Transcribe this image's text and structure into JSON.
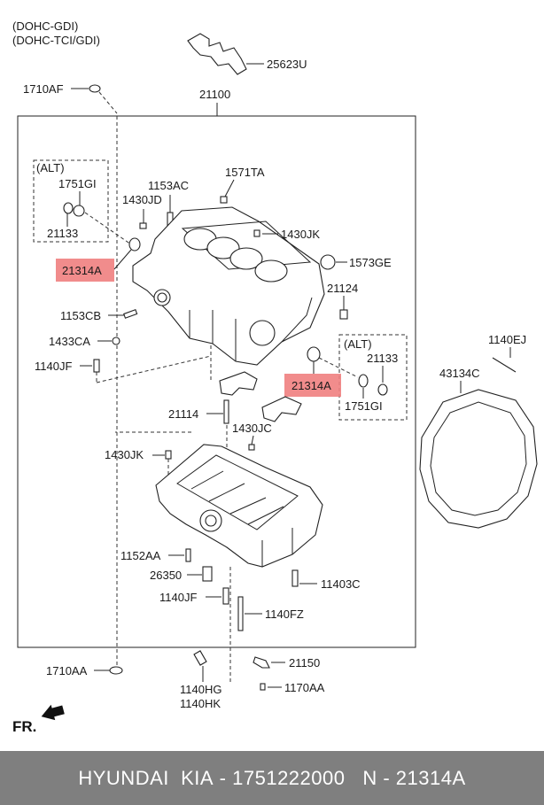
{
  "header": {
    "variant_1": "(DOHC-GDI)",
    "variant_2": "(DOHC-TCI/GDI)"
  },
  "labels": {
    "p25623U": "25623U",
    "p1710AF": "1710AF",
    "p21100": "21100",
    "alt_top": "(ALT)",
    "p1751GI_top": "1751GI",
    "p21133_top": "21133",
    "p1430JD": "1430JD",
    "p1153AC": "1153AC",
    "p1571TA": "1571TA",
    "p1430JK_top": "1430JK",
    "p21314A_left": "21314A",
    "p1573GE": "1573GE",
    "p21124": "21124",
    "p1153CB": "1153CB",
    "p1433CA": "1433CA",
    "p1140JF_top": "1140JF",
    "alt_right": "(ALT)",
    "p21133_right": "21133",
    "p21314A_right": "21314A",
    "p1751GI_right": "1751GI",
    "p1140EJ": "1140EJ",
    "p43134C": "43134C",
    "p21114": "21114",
    "p1430JC": "1430JC",
    "p1430JK_bottom": "1430JK",
    "p1152AA": "1152AA",
    "p26350": "26350",
    "p11403C": "11403C",
    "p1140JF_bottom": "1140JF",
    "p1140FZ": "1140FZ",
    "p1710AA": "1710AA",
    "p21150": "21150",
    "p1140HG": "1140HG",
    "p1140HK": "1140HK",
    "p1170AA": "1170AA",
    "fr": "FR."
  },
  "colors": {
    "highlight": "#f08080",
    "footer_bg": "#7f7f7f",
    "footer_text": "#ffffff"
  },
  "footer": {
    "brand": "HYUNDAI  KIA",
    "separator_1": " - ",
    "part_number": "1751222000",
    "separator_2": "   N - ",
    "ref_number": "21314A"
  }
}
